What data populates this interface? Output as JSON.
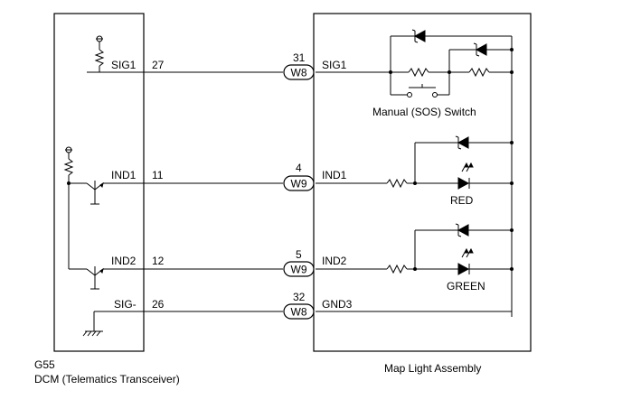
{
  "dcm": {
    "code": "G55",
    "name": "DCM (Telematics Transceiver)",
    "pins": [
      {
        "label": "SIG1",
        "pin": "27"
      },
      {
        "label": "IND1",
        "pin": "11"
      },
      {
        "label": "IND2",
        "pin": "12"
      },
      {
        "label": "SIG-",
        "pin": "26"
      }
    ]
  },
  "map_light": {
    "name": "Map Light Assembly",
    "pins": [
      {
        "label": "SIG1",
        "pin": "31",
        "connector": "W8"
      },
      {
        "label": "IND1",
        "pin": "4",
        "connector": "W9"
      },
      {
        "label": "IND2",
        "pin": "5",
        "connector": "W9"
      },
      {
        "label": "GND3",
        "pin": "32",
        "connector": "W8"
      }
    ],
    "switch_label": "Manual (SOS) Switch",
    "led_red_label": "RED",
    "led_green_label": "GREEN"
  }
}
